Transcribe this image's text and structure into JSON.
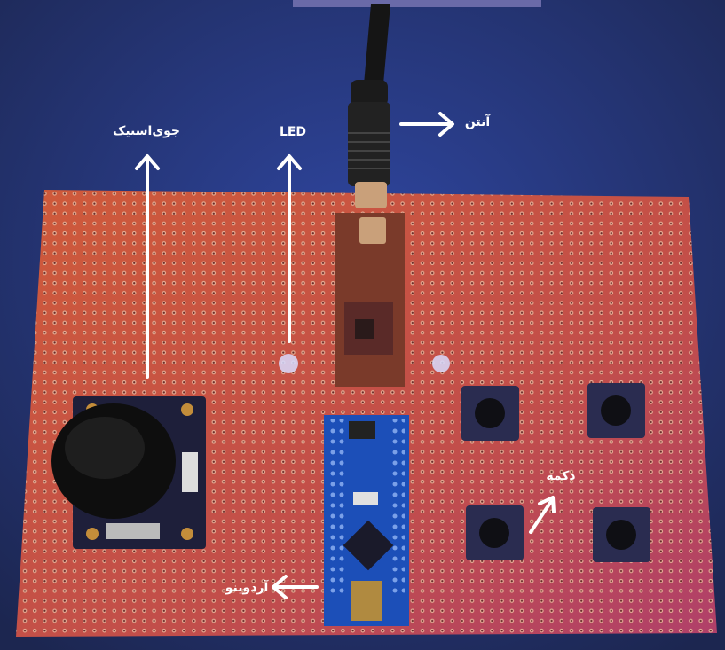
{
  "labels": {
    "joystick": "جوی‌استیک",
    "led": "LED",
    "antenna": "آنتن",
    "button": "دکمه",
    "arduino": "آردوینو"
  },
  "colors": {
    "background": "#26356a",
    "board": "#c8553a",
    "arduino": "#1c4fb8",
    "arrow": "#ffffff"
  }
}
